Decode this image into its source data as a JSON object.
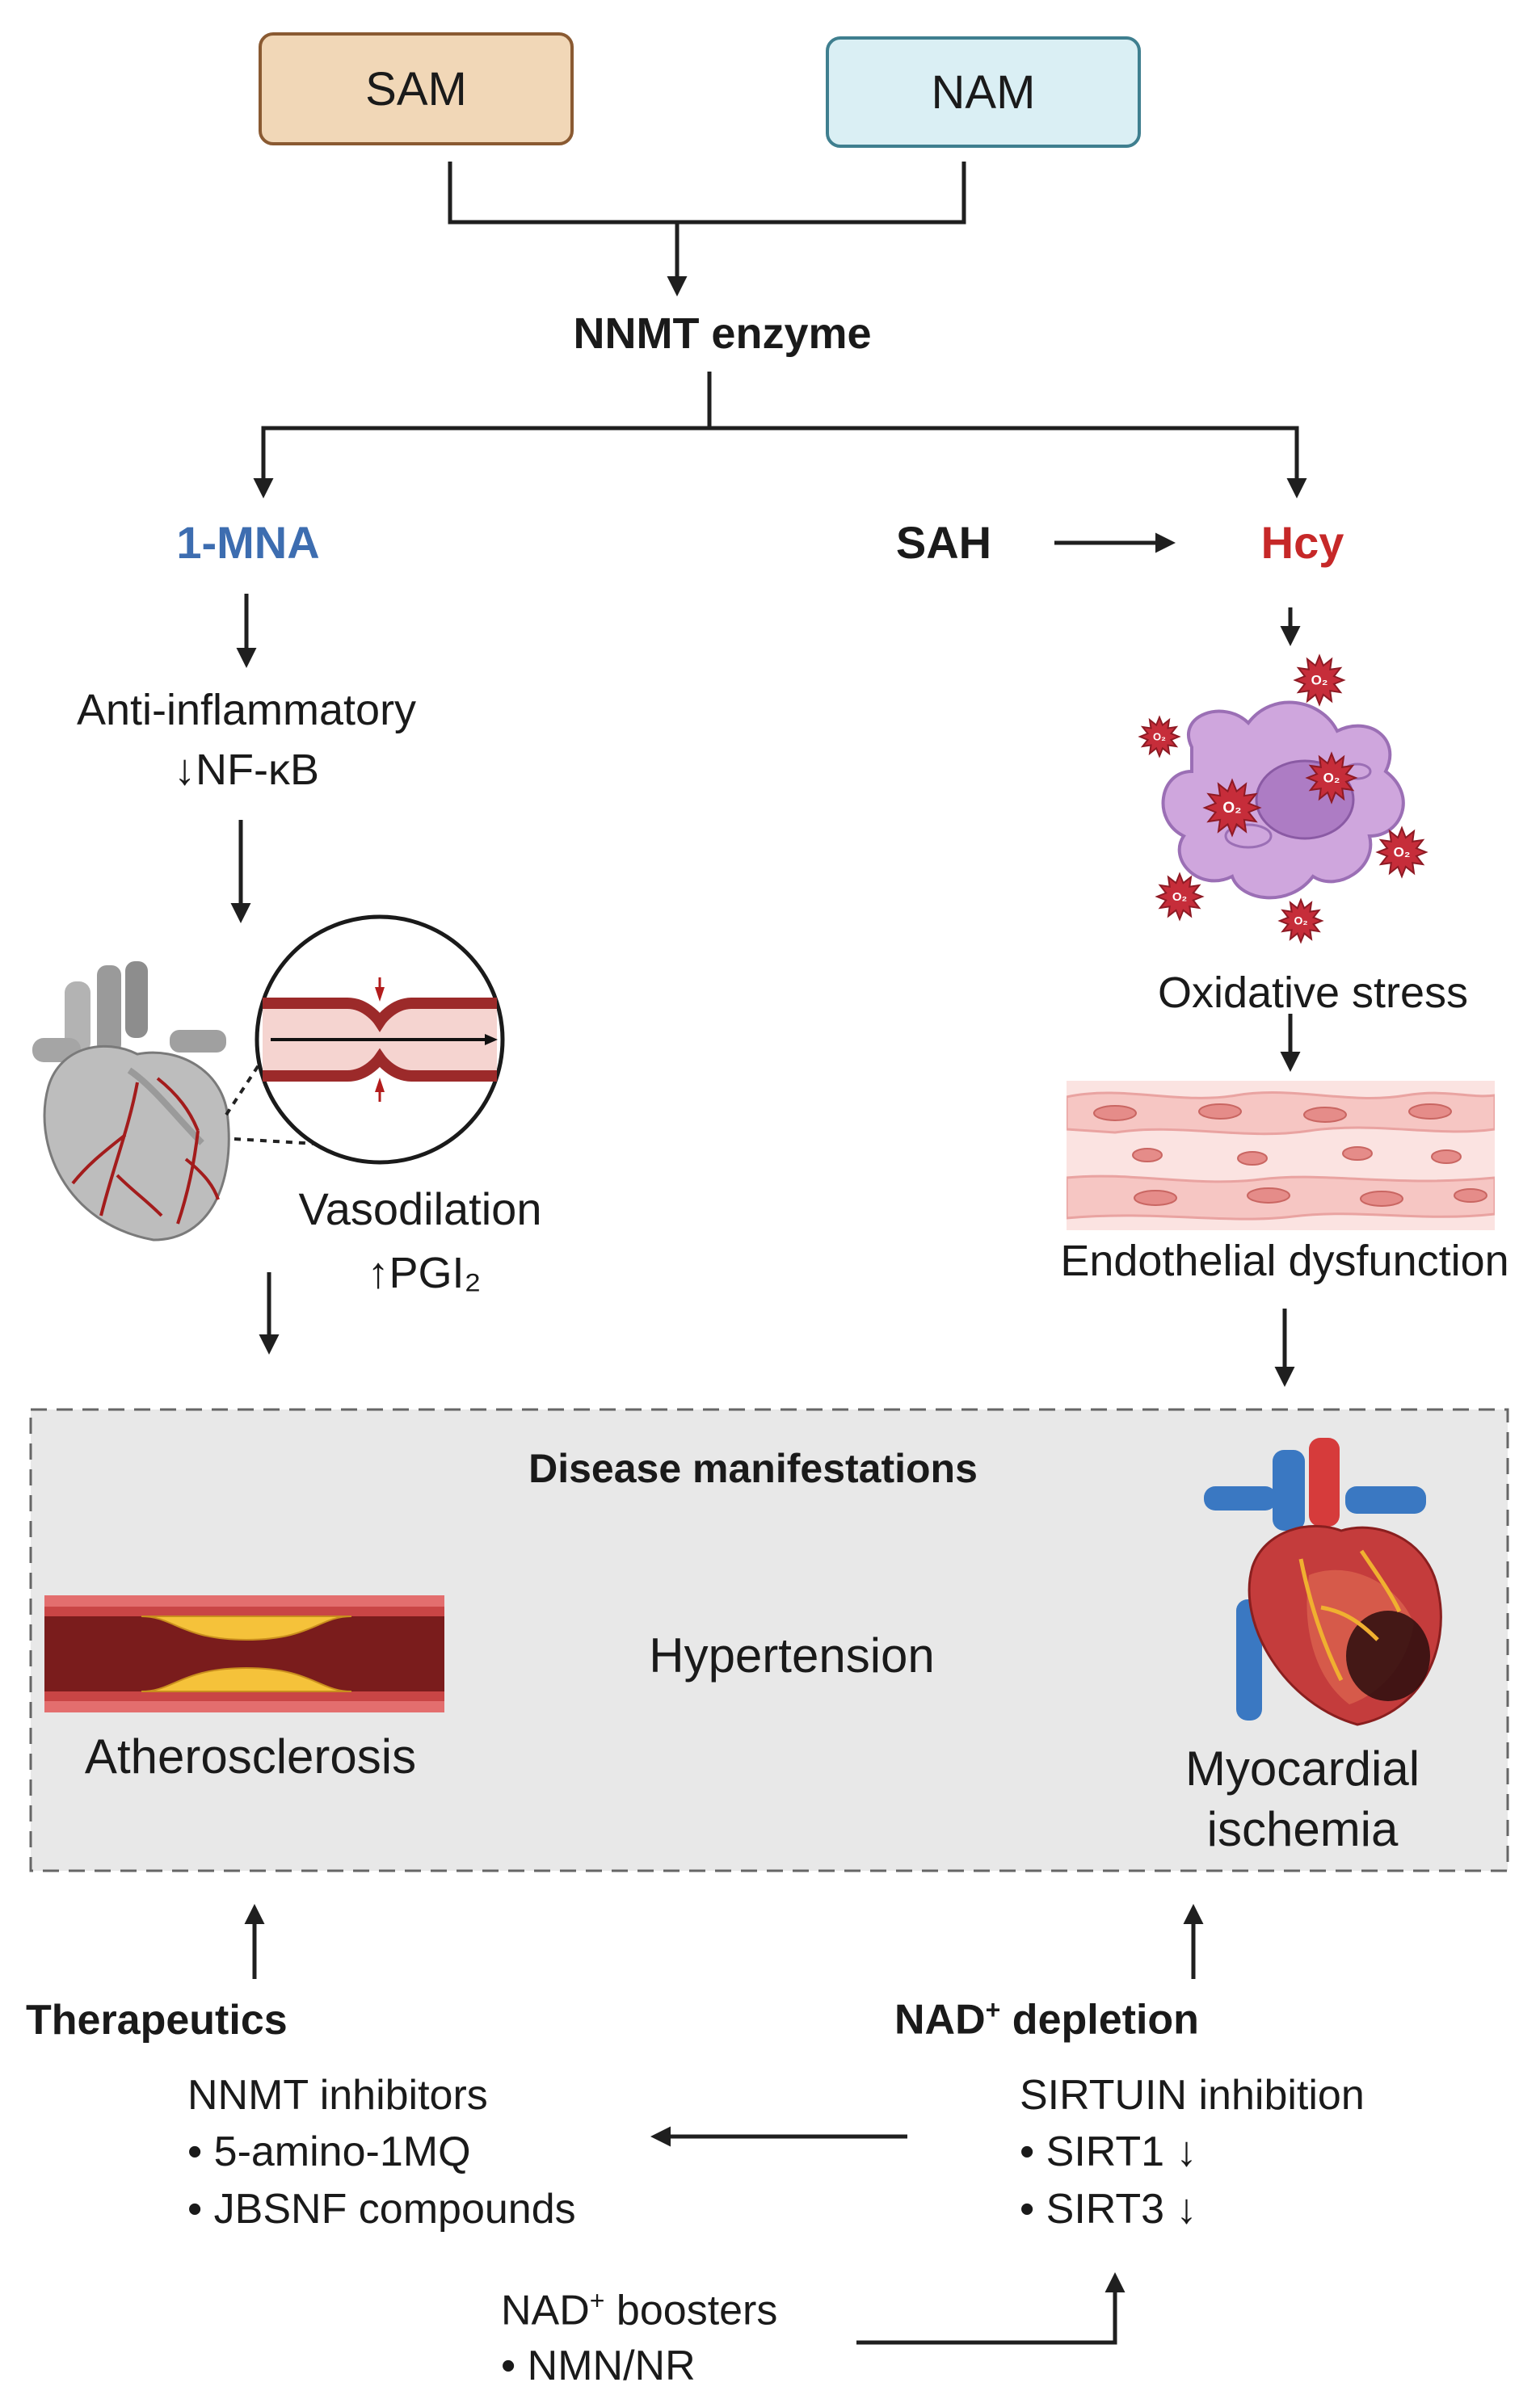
{
  "inputs": {
    "sam": "SAM",
    "nam": "NAM"
  },
  "enzyme": "NNMT enzyme",
  "left_branch": {
    "product": "1-MNA",
    "effect_title": "Anti-inflammatory",
    "effect_detail": "↓NF-κB",
    "vaso_title": "Vasodilation",
    "vaso_detail": "↑PGI₂"
  },
  "right_branch": {
    "sah": "SAH",
    "hcy": "Hcy",
    "oxidative": "Oxidative stress",
    "endothelial": "Endothelial dysfunction",
    "o2_label": "O₂"
  },
  "disease": {
    "title": "Disease manifestations",
    "hypertension": "Hypertension",
    "atherosclerosis": "Atherosclerosis",
    "myocardial_line1": "Myocardial",
    "myocardial_line2": "ischemia"
  },
  "therapeutics": {
    "title": "Therapeutics",
    "inhibitors_title": "NNMT inhibitors",
    "item1": "• 5-amino-1MQ",
    "item2": "• JBSNF compounds"
  },
  "nad": {
    "title_prefix": "NAD",
    "title_sup": "+",
    "title_suffix": " depletion",
    "sirtuin_title": "SIRTUIN inhibition",
    "sirt1": "• SIRT1 ↓",
    "sirt3": "• SIRT3 ↓",
    "boosters_prefix": "NAD",
    "boosters_sup": "+",
    "boosters_suffix": " boosters",
    "boosters_item": "• NMN/NR"
  },
  "colors": {
    "sam_fill": "#f1d7b7",
    "sam_border": "#8a5a32",
    "nam_fill": "#daeff4",
    "nam_border": "#3f7f8f",
    "mna_text": "#3d6db0",
    "hcy_text": "#c62828",
    "line": "#1f1f1f",
    "disease_fill": "#e8e8e8",
    "disease_border": "#666666"
  }
}
